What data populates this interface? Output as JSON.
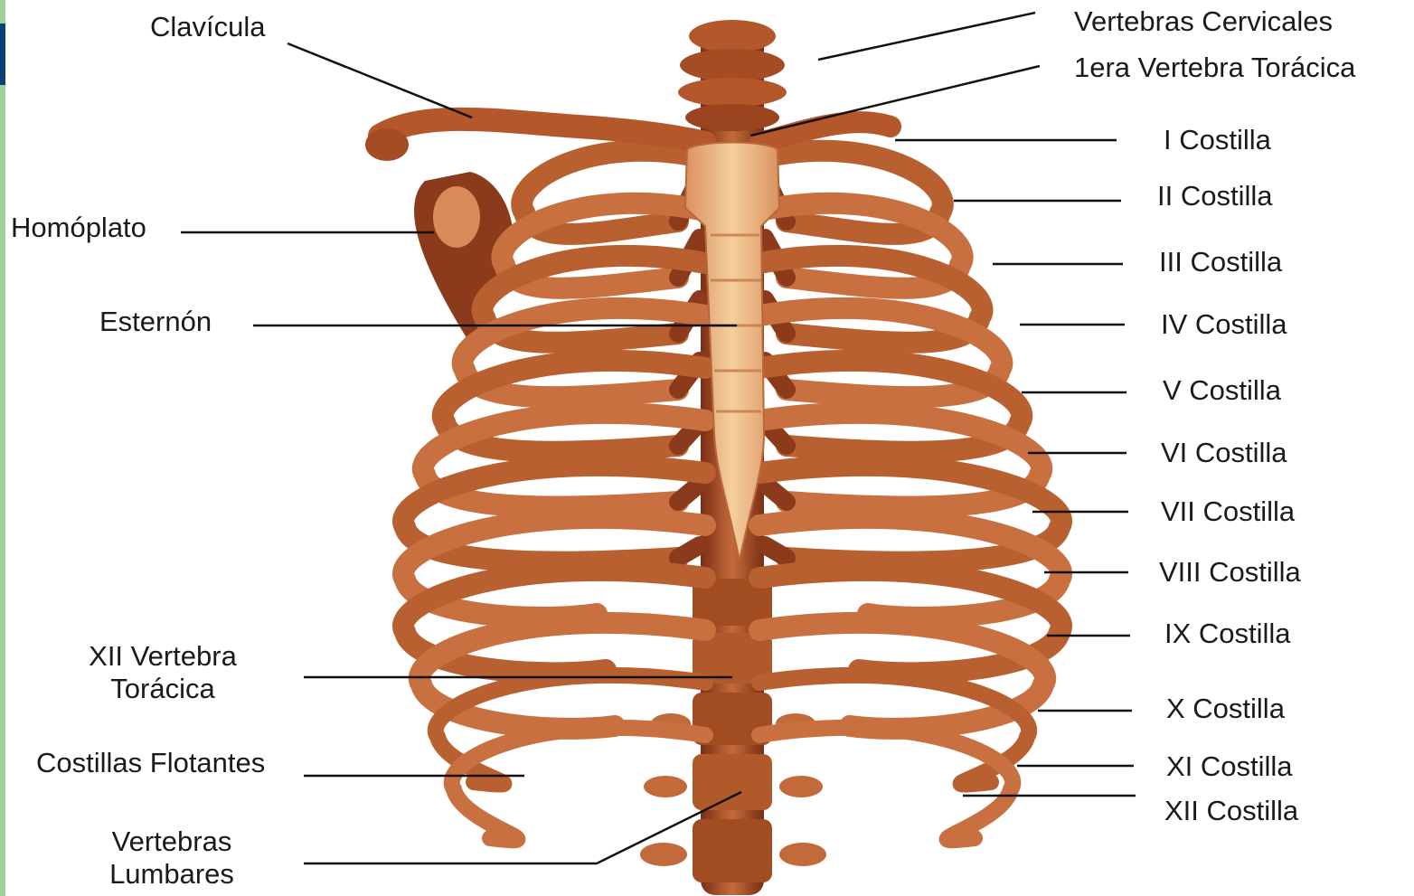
{
  "labels": {
    "clavicula": "Clavícula",
    "homoplato": "Homóplato",
    "esternon": "Esternón",
    "xii_vertebra_1": "XII Vertebra",
    "xii_vertebra_2": "Torácica",
    "costillas_flotantes": "Costillas Flotantes",
    "vertebras_lumbares_1": "Vertebras",
    "vertebras_lumbares_2": "Lumbares",
    "vertebras_cervicales": "Vertebras Cervicales",
    "primera_vertebra_toracica": "1era Vertebra Torácica",
    "costilla_1": "I Costilla",
    "costilla_2": "II Costilla",
    "costilla_3": "III Costilla",
    "costilla_4": "IV Costilla",
    "costilla_5": "V Costilla",
    "costilla_6": "VI Costilla",
    "costilla_7": "VII Costilla",
    "costilla_8": "VIII Costilla",
    "costilla_9": "IX Costilla",
    "costilla_10": "X Costilla",
    "costilla_11": "XI Costilla",
    "costilla_12": "XII Costilla"
  },
  "colors": {
    "bone_light": "#e9b27c",
    "bone_mid": "#c8703f",
    "bone_dark": "#8c3a1c",
    "cartilage": "#e5986a",
    "leader_line": "#111111"
  }
}
